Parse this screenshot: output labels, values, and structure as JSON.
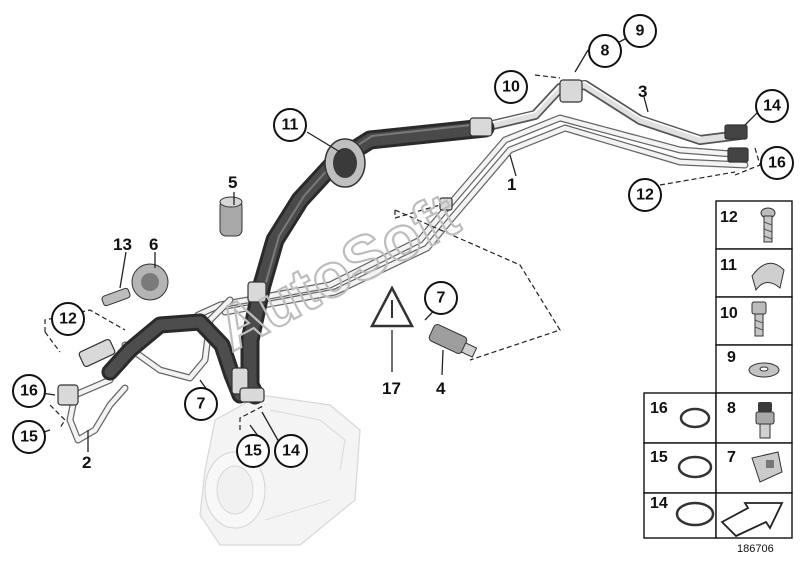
{
  "diagram": {
    "reference_number": "186706",
    "watermark": "AutoSoft",
    "plain_labels": [
      "1",
      "2",
      "3",
      "4",
      "5",
      "6",
      "13",
      "17"
    ],
    "circled_labels": [
      "9",
      "8",
      "10",
      "11",
      "14",
      "16",
      "12",
      "7",
      "12",
      "7",
      "16",
      "15",
      "15",
      "14"
    ],
    "legend": [
      {
        "label": "12"
      },
      {
        "label": "11"
      },
      {
        "label": "10"
      },
      {
        "label": "9"
      },
      {
        "label": "16"
      },
      {
        "label": "8"
      },
      {
        "label": "15"
      },
      {
        "label": "7"
      },
      {
        "label": "14"
      },
      {
        "label": ""
      }
    ]
  }
}
